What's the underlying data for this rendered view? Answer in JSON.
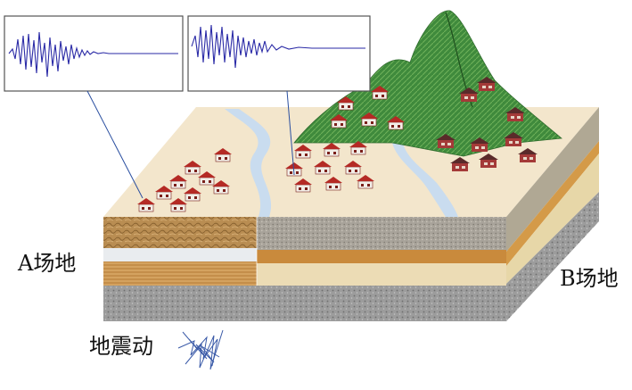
{
  "labels": {
    "site_a": "A场地",
    "site_b": "B场地",
    "earthquake": "地震动"
  },
  "colors": {
    "ground_surface": "#f3e6cc",
    "river": "#c9dcef",
    "mountain": "#3f8a3c",
    "house_roof": "#b42a25",
    "seismogram_line": "#2a2aa6",
    "deep_rock": "#9a9a9a"
  },
  "icons": [
    "seismogram-a",
    "seismogram-b",
    "earthquake-wave-icon",
    "house-icon",
    "mountain"
  ]
}
